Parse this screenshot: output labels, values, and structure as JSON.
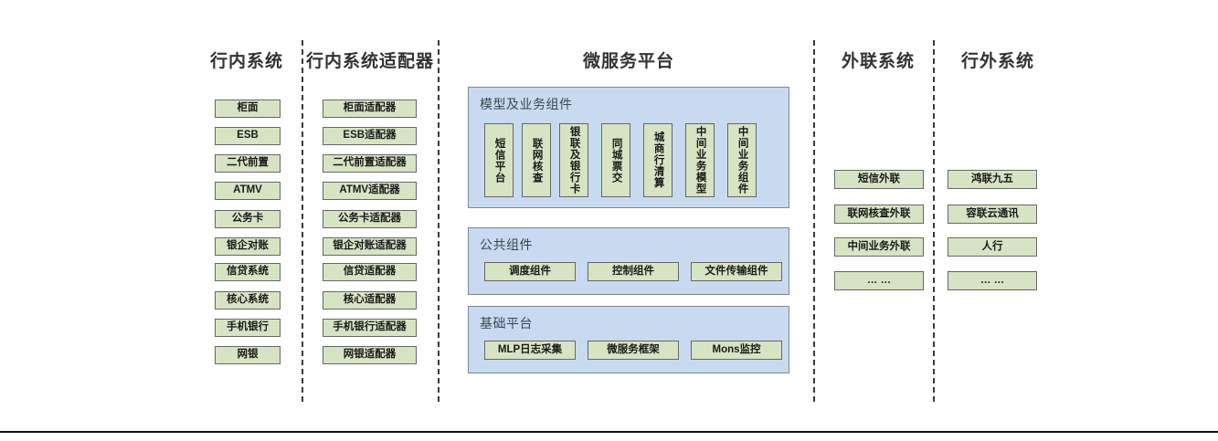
{
  "columns": [
    {
      "id": "intra-bank-systems",
      "title": "行内系统",
      "items": [
        "柜面",
        "ESB",
        "二代前置",
        "ATMV",
        "公务卡",
        "银企对账",
        "信贷系统",
        "核心系统",
        "手机银行",
        "网银"
      ]
    },
    {
      "id": "intra-bank-adapters",
      "title": "行内系统适配器",
      "items": [
        "柜面适配器",
        "ESB适配器",
        "二代前置适配器",
        "ATMV适配器",
        "公务卡适配器",
        "银企对账适配器",
        "信贷适配器",
        "核心适配器",
        "手机银行适配器",
        "网银适配器"
      ]
    },
    {
      "id": "external-link-systems",
      "title": "外联系统",
      "items": [
        "短信外联",
        "联网核查外联",
        "中间业务外联",
        "… …"
      ]
    },
    {
      "id": "outside-bank-systems",
      "title": "行外系统",
      "items": [
        "鸿联九五",
        "容联云通讯",
        "人行",
        "… …"
      ]
    }
  ],
  "platform": {
    "title": "微服务平台",
    "panels": [
      {
        "id": "model-business-components",
        "label": "模型及业务组件",
        "orientation": "vertical",
        "items": [
          "短信平台",
          "联网核查",
          "银联及银行卡",
          "同城票交",
          "城商行清算",
          "中间业务模型",
          "中间业务组件"
        ]
      },
      {
        "id": "public-components",
        "label": "公共组件",
        "orientation": "horizontal",
        "items": [
          "调度组件",
          "控制组件",
          "文件传输组件"
        ]
      },
      {
        "id": "base-platform",
        "label": "基础平台",
        "orientation": "horizontal",
        "items": [
          "MLP日志采集",
          "微服务框架",
          "Mons监控"
        ]
      }
    ]
  },
  "colors": {
    "node_fill": "#d7e4c4",
    "node_border": "#666666",
    "panel_fill": "#c8daef",
    "panel_border": "#7d8795",
    "title_text": "#333333",
    "panel_label_text": "#3b4650",
    "divider": "#3a3a3a"
  }
}
